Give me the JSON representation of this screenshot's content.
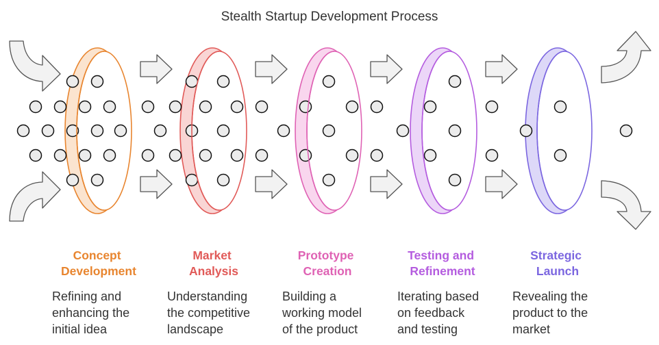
{
  "title": "Stealth Startup Development Process",
  "stages": [
    {
      "title_lines": [
        "Concept",
        "Development"
      ],
      "desc_lines": [
        "Refining and",
        "enhancing the",
        "initial idea"
      ],
      "color": "#e8852f",
      "fill": "#fbe4cf"
    },
    {
      "title_lines": [
        "Market",
        "Analysis"
      ],
      "desc_lines": [
        "Understanding",
        "the competitive",
        "landscape"
      ],
      "color": "#e15a58",
      "fill": "#f9d5d4"
    },
    {
      "title_lines": [
        "Prototype",
        "Creation"
      ],
      "desc_lines": [
        "Building a",
        "working model",
        "of the product"
      ],
      "color": "#df62b4",
      "fill": "#f9d6ee"
    },
    {
      "title_lines": [
        "Testing and",
        "Refinement"
      ],
      "desc_lines": [
        "Iterating based",
        "on feedback",
        "and testing"
      ],
      "color": "#b45cdf",
      "fill": "#ecd6f8"
    },
    {
      "title_lines": [
        "Strategic",
        "Launch"
      ],
      "desc_lines": [
        "Revealing the",
        "product to the",
        "market"
      ],
      "color": "#7b66e0",
      "fill": "#ddd8f8"
    }
  ]
}
